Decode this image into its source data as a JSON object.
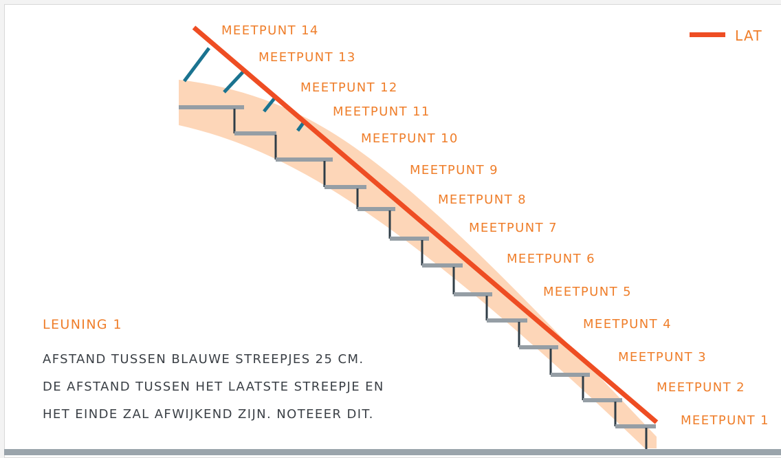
{
  "colors": {
    "lat": "#ee4d23",
    "label": "#ef7e2a",
    "body_text": "#3a3f45",
    "band": "#fdd6b8",
    "tread": "#959ea5",
    "riser": "#2f3d47",
    "blue_mark": "#1a7390"
  },
  "legend": {
    "label": "LAT"
  },
  "meetpunten": [
    "MEETPUNT 1",
    "MEETPUNT 2",
    "MEETPUNT 3",
    "MEETPUNT 4",
    "MEETPUNT 5",
    "MEETPUNT 6",
    "MEETPUNT 7",
    "MEETPUNT 8",
    "MEETPUNT 9",
    "MEETPUNT 10",
    "MEETPUNT 11",
    "MEETPUNT 12",
    "MEETPUNT 13",
    "MEETPUNT 14"
  ],
  "info": {
    "title": "LEUNING 1",
    "lines": [
      "AFSTAND TUSSEN BLAUWE STREEPJES 25 CM.",
      "DE AFSTAND TUSSEN HET LAATSTE STREEPJE EN",
      "HET EINDE ZAL AFWIJKEND ZIJN. NOTEEER DIT."
    ]
  }
}
